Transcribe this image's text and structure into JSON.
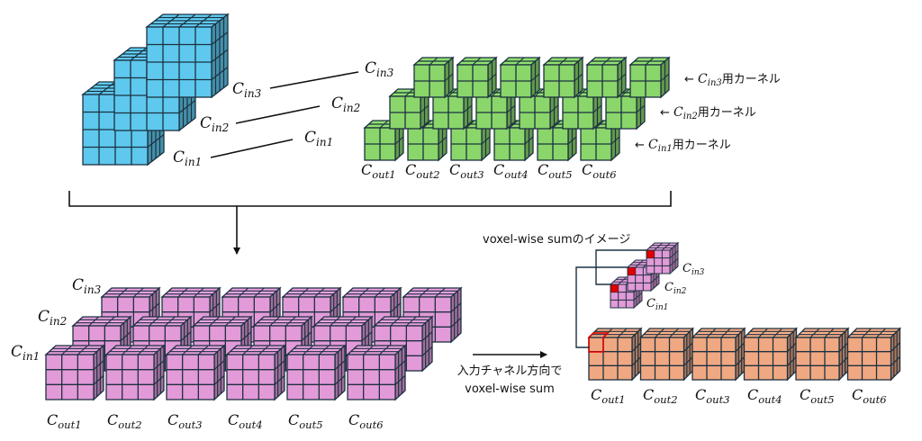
{
  "colors": {
    "input_cube": "#5ec8ee",
    "kernel_cube": "#8ad66a",
    "conv_cube": "#e29ad8",
    "output_cube": "#f0a882",
    "edge": "#1c3140",
    "highlight": "#e00000",
    "line": "#111111"
  },
  "input_channels": [
    {
      "base": "C",
      "sub": "in1"
    },
    {
      "base": "C",
      "sub": "in2"
    },
    {
      "base": "C",
      "sub": "in3"
    }
  ],
  "output_channels": [
    {
      "base": "C",
      "sub": "out1"
    },
    {
      "base": "C",
      "sub": "out2"
    },
    {
      "base": "C",
      "sub": "out3"
    },
    {
      "base": "C",
      "sub": "out4"
    },
    {
      "base": "C",
      "sub": "out5"
    },
    {
      "base": "C",
      "sub": "out6"
    }
  ],
  "kernel_row_labels": [
    {
      "arrow": "←",
      "base": "C",
      "sub": "in3",
      "suffix": "用カーネル"
    },
    {
      "arrow": "←",
      "base": "C",
      "sub": "in2",
      "suffix": "用カーネル"
    },
    {
      "arrow": "←",
      "base": "C",
      "sub": "in1",
      "suffix": "用カーネル"
    }
  ],
  "voxel_sum_title": "voxel-wise sumのイメージ",
  "sum_arrow_caption": [
    "入力チャネル方向で",
    "voxel-wise sum"
  ]
}
